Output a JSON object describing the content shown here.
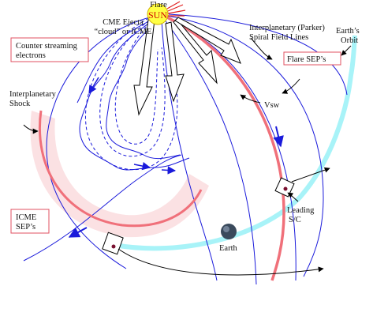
{
  "labels": {
    "flare": "Flare",
    "sun": "SUN",
    "cme_line1": "CME Ejecta",
    "cme_line2": "“cloud” or ICME",
    "counter_line1": "Counter streaming",
    "counter_line2": "electrons",
    "ip_shock_line1": "Interplanetary",
    "ip_shock_line2": "Shock",
    "parker_line1": "Interplanetary (Parker)",
    "parker_line2": "Spiral Field Lines",
    "earth_orbit_line1": "Earth’s",
    "earth_orbit_line2": "Orbit",
    "flare_seps": "Flare SEP’s",
    "vsw": "Vsw",
    "icme_seps_line1": "ICME",
    "icme_seps_line2": "SEP’s",
    "earth": "Earth",
    "leading_line1": "Leading",
    "leading_line2": "S/C"
  },
  "colors": {
    "field_line": "#1a1adb",
    "flare_seps": "#f0707a",
    "shock_region": "#fbe1e3",
    "orbit": "#a8f3f8",
    "sun_fill": "#ffff44",
    "label_box": "#e05060",
    "sun_text": "#d00000"
  }
}
